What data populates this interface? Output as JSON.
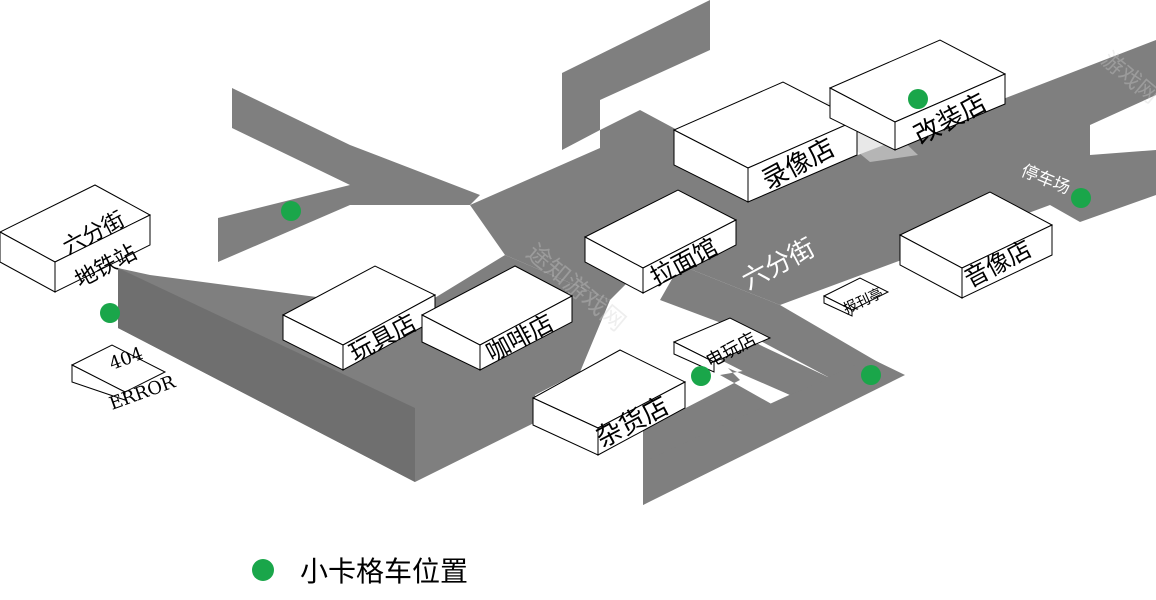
{
  "map": {
    "buildings": {
      "metro_station_line1": "六分街",
      "metro_station_line2": "地铁站",
      "error_line1": "404",
      "error_line2": "ERROR",
      "toy_shop": "玩具店",
      "cafe": "咖啡店",
      "ramen_shop": "拉面馆",
      "video_store": "录像店",
      "mod_shop": "改装店",
      "music_store": "音像店",
      "newsstand": "报刊亭",
      "arcade": "电玩店",
      "grocery": "杂货店",
      "parking": "停车场"
    },
    "street_name": "六分街",
    "watermark_1": "途知游戏网",
    "watermark_2": "游戏网"
  },
  "legend": {
    "marker_label": "小卡格车位置",
    "marker_color": "#1aa64a"
  },
  "colors": {
    "road": "#7f7f7f",
    "marker": "#1aa64a"
  }
}
